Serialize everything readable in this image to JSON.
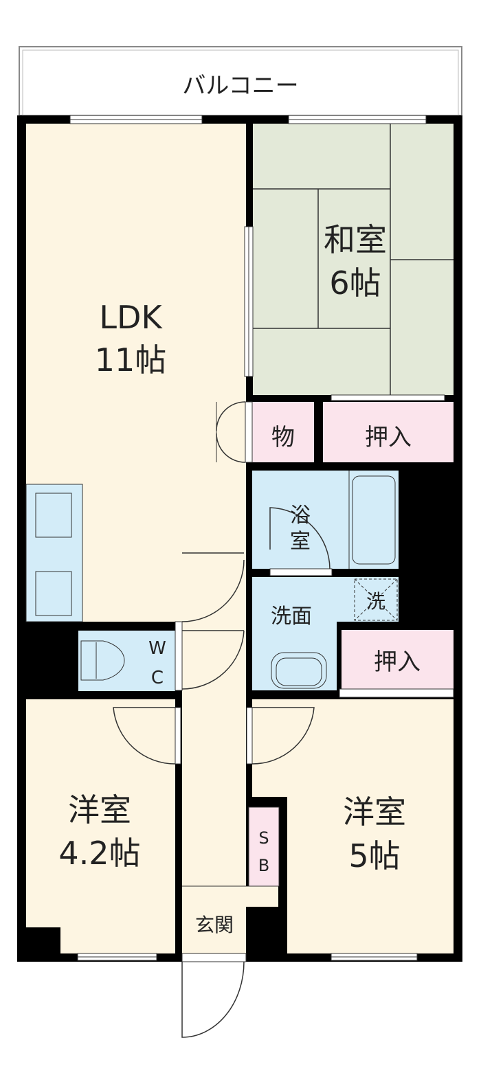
{
  "balcony": {
    "label": "バルコニー"
  },
  "rooms": {
    "ldk": {
      "name": "LDK",
      "size": "11帖"
    },
    "washitsu": {
      "name": "和室",
      "size": "6帖"
    },
    "storage": {
      "label": "物"
    },
    "closet_top": {
      "label": "押入"
    },
    "bath": {
      "line1": "浴",
      "line2": "室"
    },
    "washroom": {
      "label": "洗面"
    },
    "washer": {
      "label": "洗"
    },
    "closet_mid": {
      "label": "押入"
    },
    "wc": {
      "line1": "W",
      "line2": "C"
    },
    "western_left": {
      "name": "洋室",
      "size": "4.2帖"
    },
    "western_right": {
      "name": "洋室",
      "size": "5帖"
    },
    "shoebox": {
      "line1": "S",
      "line2": "B"
    },
    "entrance": {
      "label": "玄関"
    }
  },
  "colors": {
    "wall": "#000000",
    "cream": "#fdf5e2",
    "tatami": "#e3e9d8",
    "closet": "#fbe4ec",
    "wet": "#d3ecf8"
  }
}
